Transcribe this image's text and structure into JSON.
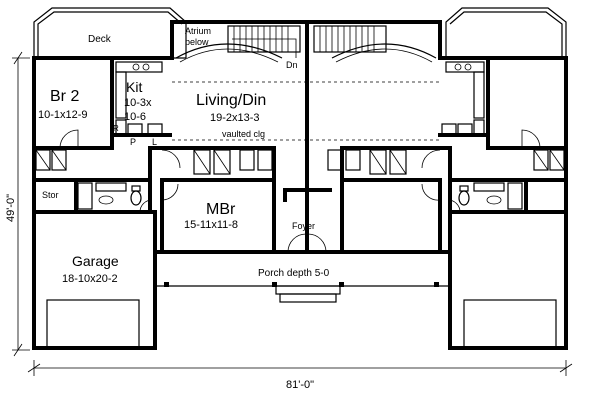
{
  "rooms": {
    "deck": "Deck",
    "atrium_line1": "Atrium",
    "atrium_line2": "below",
    "dn": "Dn",
    "br2_name": "Br 2",
    "br2_size": "10-1x12-9",
    "kit_name": "Kit",
    "kit_size1": "10-3x",
    "kit_size2": "10-6",
    "refrigerator": "R",
    "pantry": "P",
    "linen": "L",
    "living_name": "Living/Din",
    "living_size": "19-2x13-3",
    "living_note": "vaulted clg",
    "stor": "Stor",
    "mbr_name": "MBr",
    "mbr_size": "15-11x11-8",
    "foyer": "Foyer",
    "garage_name": "Garage",
    "garage_size": "18-10x20-2",
    "porch": "Porch depth 5-0"
  },
  "dimensions": {
    "height": "49'-0\"",
    "width": "81'-0\""
  }
}
